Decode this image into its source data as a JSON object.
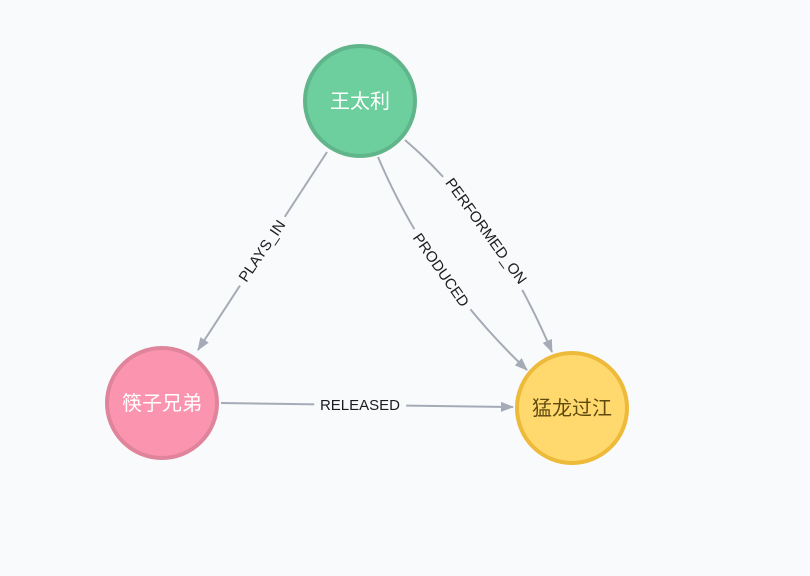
{
  "canvas": {
    "background": "#F9FAFB",
    "edge_color": "#A5ABB6",
    "edge_label_color": "#1B1D21"
  },
  "nodes": [
    {
      "label": "王太利",
      "fill": "#6DCE9E",
      "border": "#60B58B",
      "text_color": "#FFFFFF"
    },
    {
      "label": "筷子兄弟",
      "fill": "#FB95AF",
      "border": "#E0849B",
      "text_color": "#FFFFFF"
    },
    {
      "label": "猛龙过江",
      "fill": "#FFD86E",
      "border": "#EDBA39",
      "text_color": "#604A0E"
    }
  ],
  "relationships": [
    {
      "type": "PLAYS_IN",
      "from": "王太利",
      "to": "筷子兄弟"
    },
    {
      "type": "PRODUCED",
      "from": "王太利",
      "to": "猛龙过江"
    },
    {
      "type": "PERFORMED_ON",
      "from": "王太利",
      "to": "猛龙过江"
    },
    {
      "type": "RELEASED",
      "from": "筷子兄弟",
      "to": "猛龙过江"
    }
  ]
}
